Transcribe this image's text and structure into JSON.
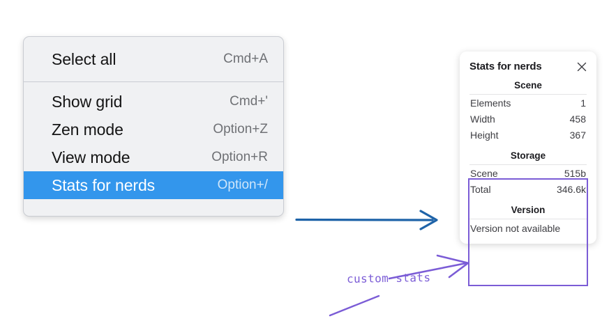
{
  "context_menu": {
    "groups": [
      {
        "items": [
          {
            "label": "Select all",
            "shortcut": "Cmd+A",
            "selected": false
          }
        ]
      },
      {
        "items": [
          {
            "label": "Show grid",
            "shortcut": "Cmd+'",
            "selected": false
          },
          {
            "label": "Zen mode",
            "shortcut": "Option+Z",
            "selected": false
          },
          {
            "label": "View mode",
            "shortcut": "Option+R",
            "selected": false
          },
          {
            "label": "Stats for nerds",
            "shortcut": "Option+/",
            "selected": true
          }
        ]
      }
    ]
  },
  "stats_panel": {
    "title": "Stats for nerds",
    "close_icon": "close-icon",
    "sections": [
      {
        "heading": "Scene",
        "rows": [
          {
            "key": "Elements",
            "value": "1"
          },
          {
            "key": "Width",
            "value": "458"
          },
          {
            "key": "Height",
            "value": "367"
          }
        ]
      },
      {
        "heading": "Storage",
        "rows": [
          {
            "key": "Scene",
            "value": "515b"
          },
          {
            "key": "Total",
            "value": "346.6k"
          }
        ]
      },
      {
        "heading": "Version",
        "text": "Version not available"
      }
    ]
  },
  "annotations": {
    "label": "custom stats",
    "highlight_color": "#7b5cd6",
    "arrow_color": "#1e63a8"
  }
}
